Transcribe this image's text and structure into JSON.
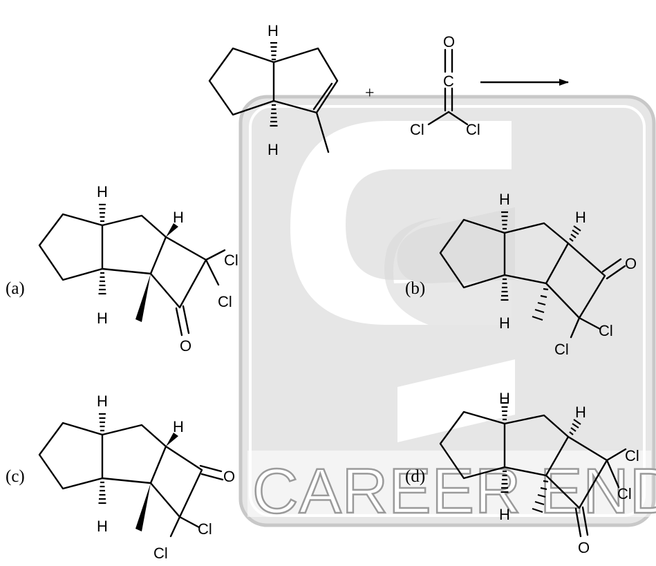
{
  "watermark": {
    "text": "CAREER ENDEAVOUR",
    "frame_color": "#c8c8c8",
    "fill_color": "#e6e6e6",
    "outline_color": "#9a9a9a"
  },
  "reagent": {
    "o": "O",
    "c": "C",
    "cl1": "Cl",
    "cl2": "Cl"
  },
  "atoms": {
    "h": "H",
    "cl": "Cl",
    "o": "O"
  },
  "plus": "+",
  "options": [
    {
      "label": "(a)"
    },
    {
      "label": "(b)"
    },
    {
      "label": "(c)"
    },
    {
      "label": "(d)"
    }
  ]
}
